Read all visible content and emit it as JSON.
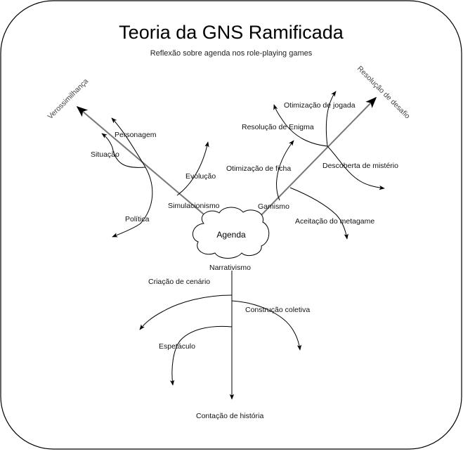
{
  "title": "Teoria da GNS Ramificada",
  "subtitle": "Reflexão sobre agenda nos role-playing games",
  "center": "Agenda",
  "axes": {
    "left": "Verossimilhança",
    "right": "Resolução de desafio"
  },
  "branches": {
    "simulationism": {
      "label": "Simulacionismo",
      "items": [
        "Personagem",
        "Situação",
        "Evolução",
        "Política"
      ]
    },
    "gamism": {
      "label": "Gamismo",
      "items": [
        "Otimização de jogada",
        "Resolução de Enigma",
        "Otimização de ficha",
        "Descoberta de mistério",
        "Aceitação do metagame"
      ]
    },
    "narrativism": {
      "label": "Narrativismo",
      "items": [
        "Criação de cenário",
        "Construção coletiva",
        "Espetáculo",
        "Contação de história"
      ]
    }
  }
}
